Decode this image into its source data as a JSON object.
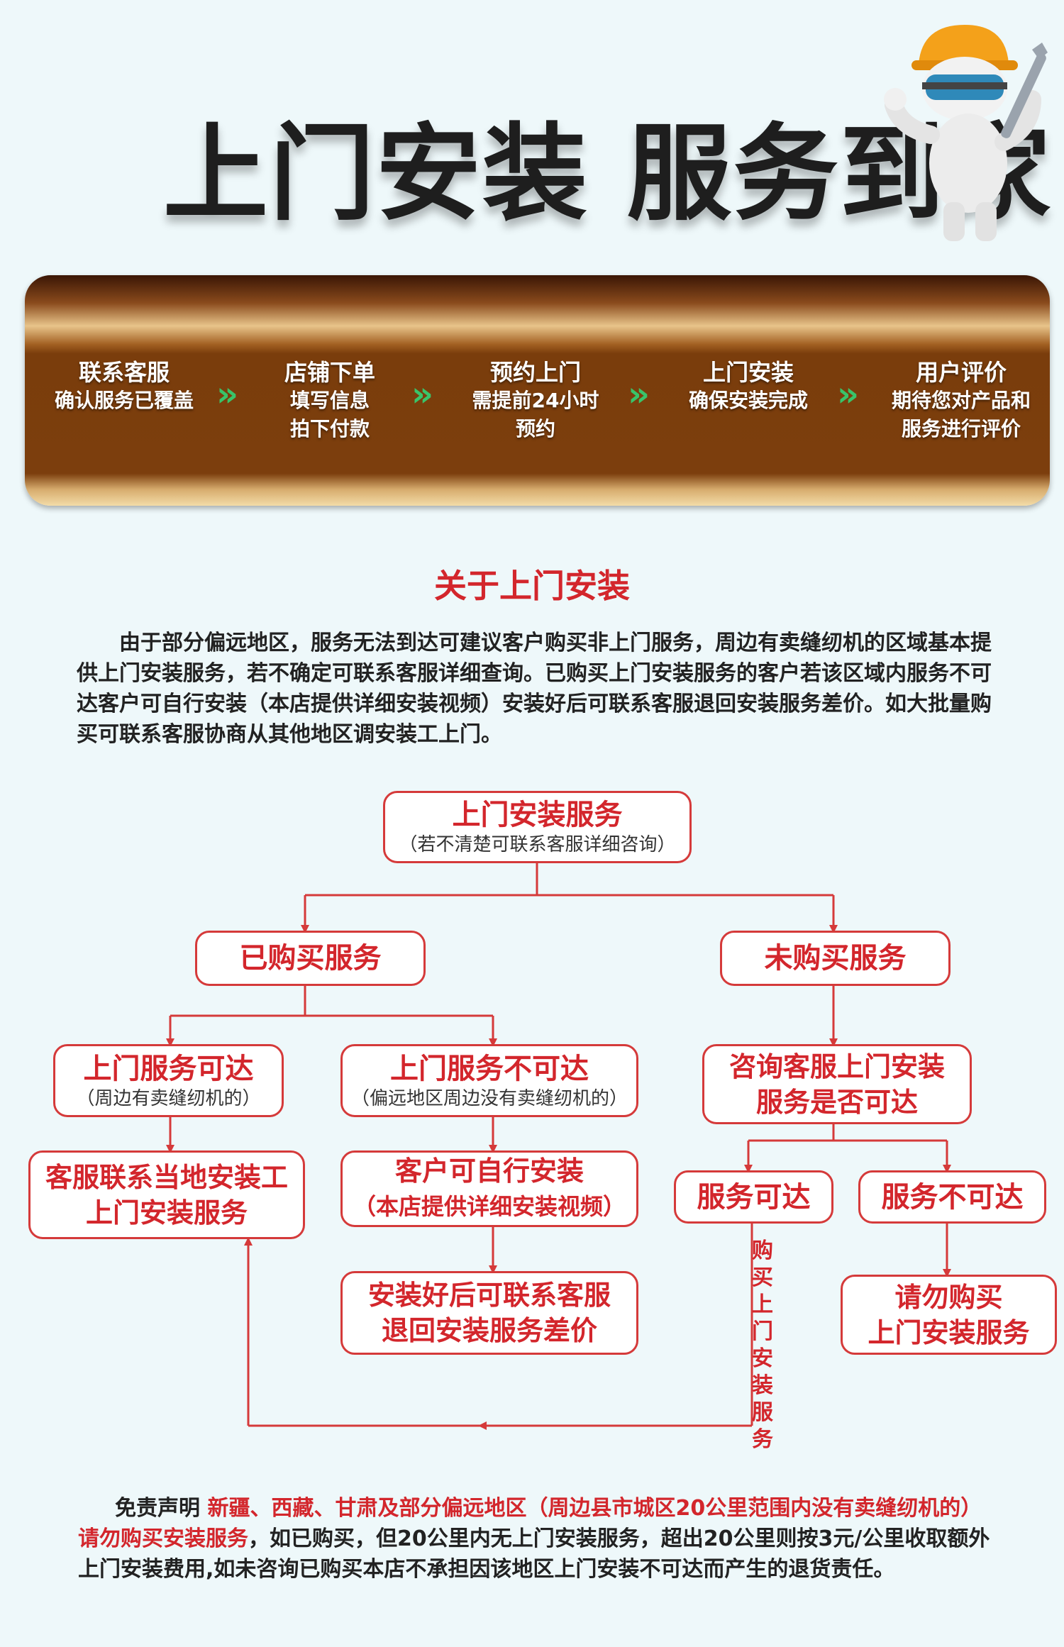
{
  "header": {
    "title": "上门安装  服务到家"
  },
  "process": {
    "steps": [
      {
        "title": "联系客服",
        "lines": [
          "确认服务已覆盖"
        ]
      },
      {
        "title": "店铺下单",
        "lines": [
          "填写信息",
          "拍下付款"
        ]
      },
      {
        "title": "预约上门",
        "lines": [
          "需提前24小时",
          "预约"
        ]
      },
      {
        "title": "上门安装",
        "lines": [
          "确保安装完成"
        ]
      },
      {
        "title": "用户评价",
        "lines": [
          "期待您对产品和",
          "服务进行评价"
        ]
      }
    ],
    "separator": "»"
  },
  "about": {
    "title": "关于上门安装",
    "body": "由于部分偏远地区，服务无法到达可建议客户购买非上门服务，周边有卖缝纫机的区域基本提供上门安装服务，若不确定可联系客服详细查询。已购买上门安装服务的客户若该区域内服务不可达客户可自行安装（本店提供详细安装视频）安装好后可联系客服退回安装服务差价。如大批量购买可联系客服协商从其他地区调安装工上门。"
  },
  "flow": {
    "root": {
      "title": "上门安装服务",
      "note": "（若不清楚可联系客服详细咨询）"
    },
    "purchased": "已购买服务",
    "not_purchased": "未购买服务",
    "reachable": {
      "title": "上门服务可达",
      "note": "（周边有卖缝纫机的）"
    },
    "unreachable": {
      "title": "上门服务不可达",
      "note": "（偏远地区周边没有卖缝纫机的）"
    },
    "local_installer": [
      "客服联系当地安装工",
      "上门安装服务"
    ],
    "self_install": [
      "客户可自行安装",
      "（本店提供详细安装视频）"
    ],
    "refund": [
      "安装好后可联系客服",
      "退回安装服务差价"
    ],
    "consult": [
      "咨询客服上门安装",
      "服务是否可达"
    ],
    "service_ok": "服务可达",
    "service_no": "服务不可达",
    "do_not_buy": [
      "请勿购买",
      "上门安装服务"
    ],
    "buy_label": "购买上门安装服务"
  },
  "disclaimer": {
    "lead": "免责声明",
    "red": "新疆、西藏、甘肃及部分偏远地区（周边县市城区20公里范围内没有卖缝纫机的）请勿购买安装服务",
    "rest": "，如已购买，但20公里内无上门安装服务，超出20公里则按3元/公里收取额外上门安装费用,如未咨询已购买本店不承担因该地区上门安装不可达而产生的退货责任。"
  },
  "colors": {
    "accent_red": "#d3262c",
    "bar_brown": "#7c3e0d",
    "chevron_green": "#39c46a",
    "background": "#eef8fa"
  },
  "icons": [
    "worker-mascot-icon",
    "hammer-wrench-icon"
  ]
}
